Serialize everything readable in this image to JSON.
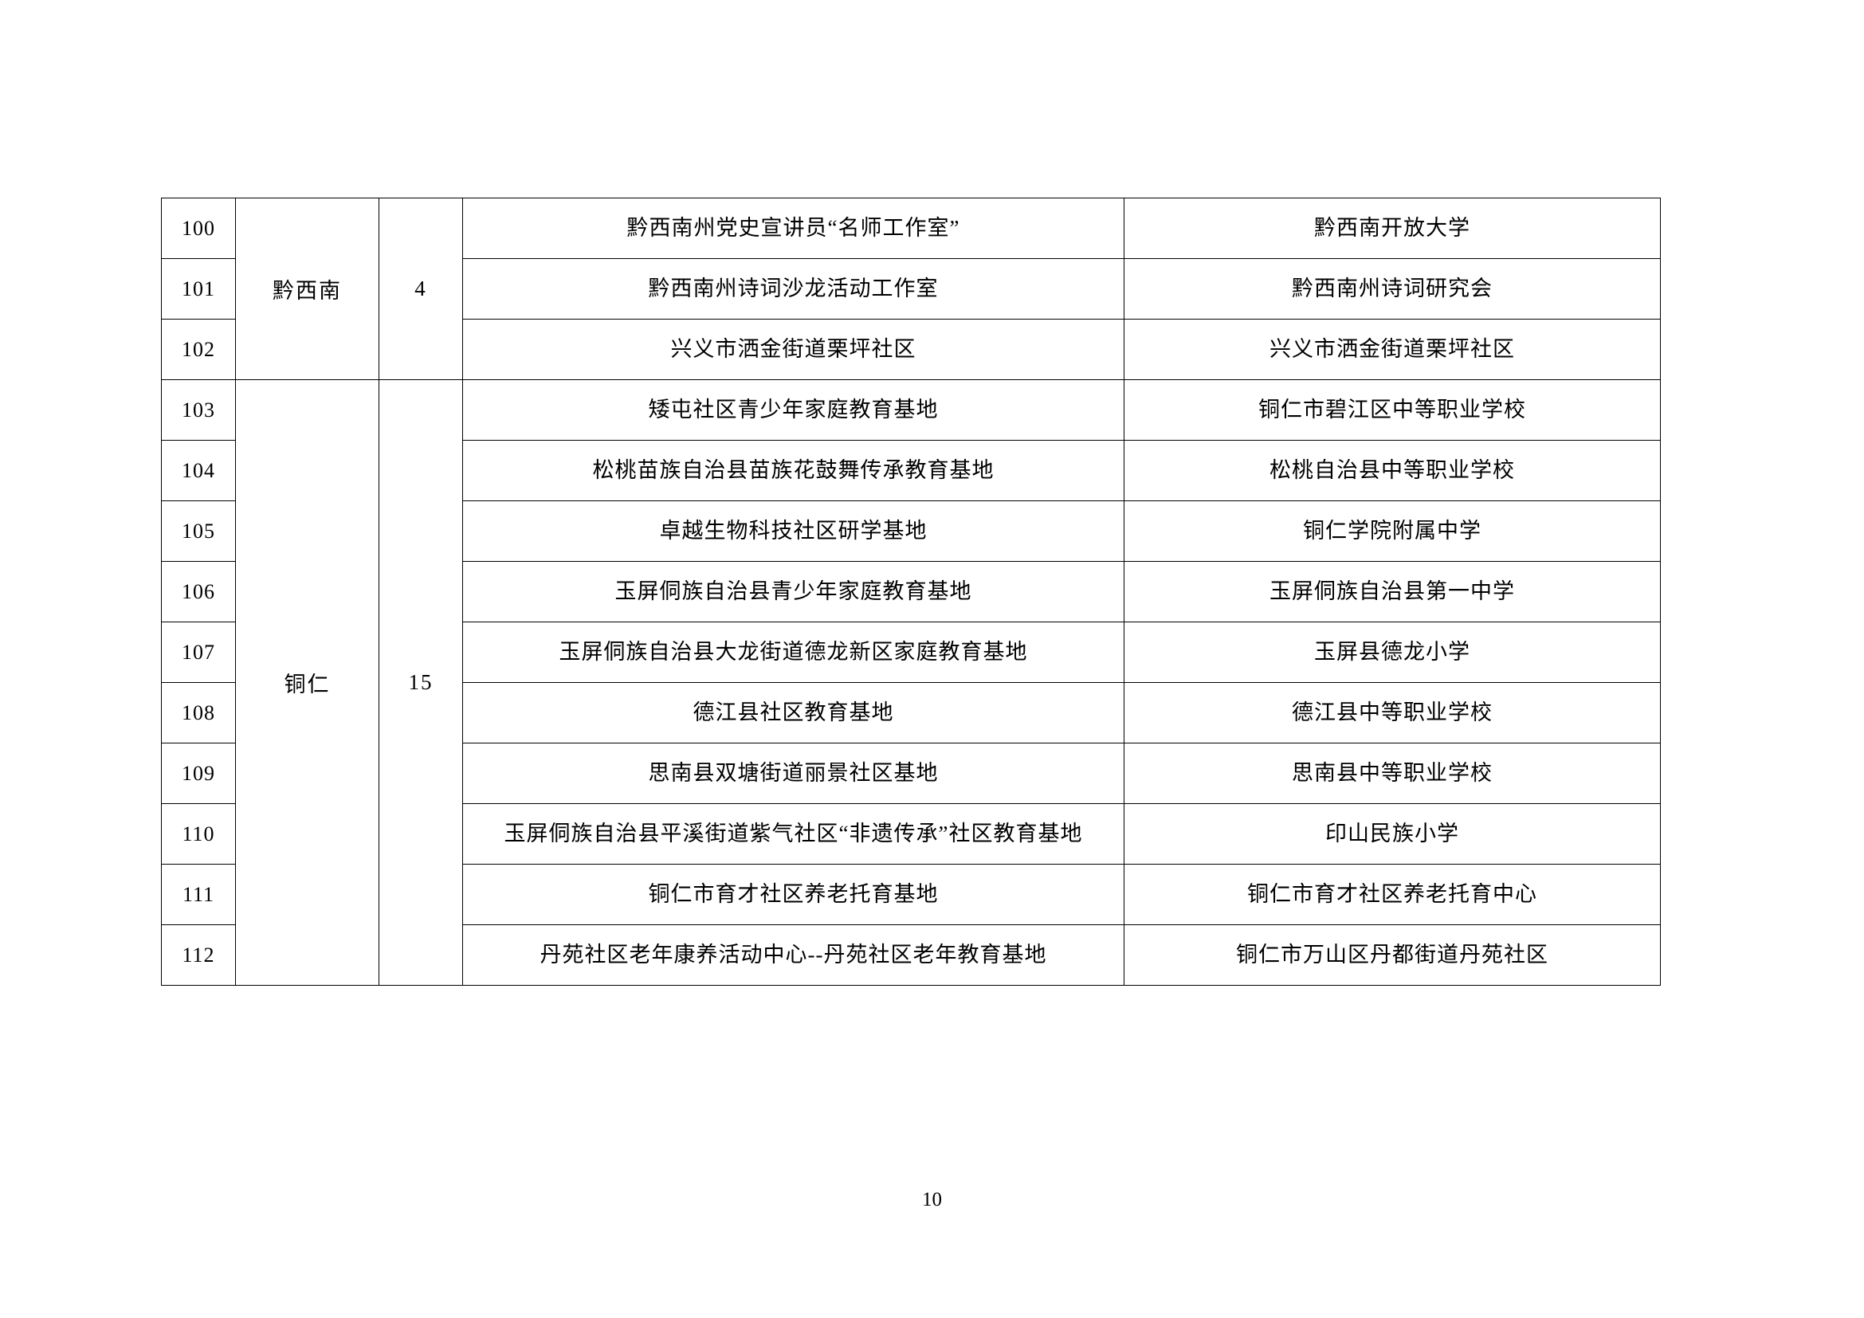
{
  "document": {
    "page_number": "10"
  },
  "table": {
    "rows": [
      {
        "no": "100",
        "city": "黔西南",
        "count": "4",
        "name": "黔西南州党史宣讲员“名师工作室”",
        "unit": "黔西南开放大学"
      },
      {
        "no": "101",
        "name": "黔西南州诗词沙龙活动工作室",
        "unit": "黔西南州诗词研究会"
      },
      {
        "no": "102",
        "name": "兴义市洒金街道栗坪社区",
        "unit": "兴义市洒金街道栗坪社区"
      },
      {
        "no": "103",
        "city": "铜仁",
        "count": "15",
        "name": "矮屯社区青少年家庭教育基地",
        "unit": "铜仁市碧江区中等职业学校"
      },
      {
        "no": "104",
        "name": "松桃苗族自治县苗族花鼓舞传承教育基地",
        "unit": "松桃自治县中等职业学校"
      },
      {
        "no": "105",
        "name": "卓越生物科技社区研学基地",
        "unit": "铜仁学院附属中学"
      },
      {
        "no": "106",
        "name": "玉屏侗族自治县青少年家庭教育基地",
        "unit": "玉屏侗族自治县第一中学"
      },
      {
        "no": "107",
        "name": "玉屏侗族自治县大龙街道德龙新区家庭教育基地",
        "unit": "玉屏县德龙小学"
      },
      {
        "no": "108",
        "name": "德江县社区教育基地",
        "unit": "德江县中等职业学校"
      },
      {
        "no": "109",
        "name": "思南县双塘街道丽景社区基地",
        "unit": "思南县中等职业学校"
      },
      {
        "no": "110",
        "name": "玉屏侗族自治县平溪街道紫气社区“非遗传承”社区教育基地",
        "unit": "印山民族小学"
      },
      {
        "no": "111",
        "name": "铜仁市育才社区养老托育基地",
        "unit": "铜仁市育才社区养老托育中心"
      },
      {
        "no": "112",
        "name": "丹苑社区老年康养活动中心--丹苑社区老年教育基地",
        "unit": "铜仁市万山区丹都街道丹苑社区"
      }
    ]
  }
}
